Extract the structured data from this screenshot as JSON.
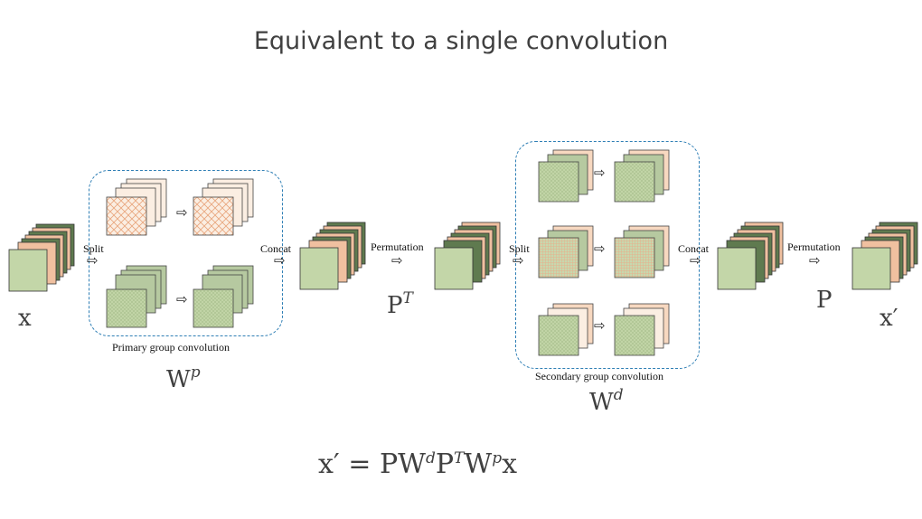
{
  "title": "Equivalent to a single convolution",
  "labels": {
    "split_1": "Split",
    "concat_1": "Concat",
    "permutation_1": "Permutation",
    "split_2": "Split",
    "concat_2": "Concat",
    "permutation_2": "Permutation"
  },
  "captions": {
    "primary": "Primary group convolution",
    "secondary": "Secondary group convolution"
  },
  "symbols": {
    "x": "x",
    "wp_base": "W",
    "wp_sup": "p",
    "pt_base": "P",
    "pt_sup": "T",
    "wd_base": "W",
    "wd_sup": "d",
    "p": "P",
    "x_prime": "x′"
  },
  "equation": {
    "lhs": "x′ = PW",
    "d": "d",
    "p": "P",
    "T": "T",
    "w": "W",
    "pp": "p",
    "x": "x"
  },
  "arrow_glyph": "⇨",
  "colors": {
    "green_face": "#c3d6a8",
    "orange_face": "#f7e0cc",
    "orange_line": "#e39463",
    "box_border": "#2f7fb5",
    "text": "#404040"
  }
}
